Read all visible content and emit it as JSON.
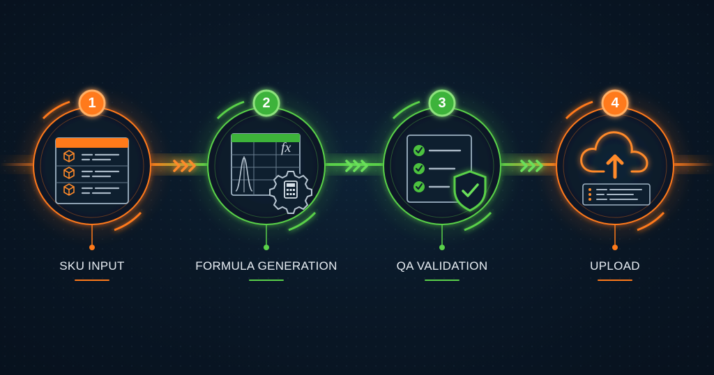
{
  "colors": {
    "orange": "#ff7a1a",
    "green": "#5ad14a",
    "background": "#0a1827",
    "text": "#e8eef4"
  },
  "steps": [
    {
      "number": "1",
      "label": "SKU INPUT",
      "accent": "orange",
      "icon": "sku-table-icon"
    },
    {
      "number": "2",
      "label": "FORMULA GENERATION",
      "accent": "green",
      "icon": "spreadsheet-formula-gear-icon"
    },
    {
      "number": "3",
      "label": "QA VALIDATION",
      "accent": "green",
      "icon": "checklist-shield-icon"
    },
    {
      "number": "4",
      "label": "UPLOAD",
      "accent": "orange",
      "icon": "cloud-upload-icon"
    }
  ],
  "connector_icons": [
    "double-chevron-right-icon",
    "double-chevron-right-icon",
    "double-chevron-right-icon"
  ],
  "formula_glyph": "fx"
}
